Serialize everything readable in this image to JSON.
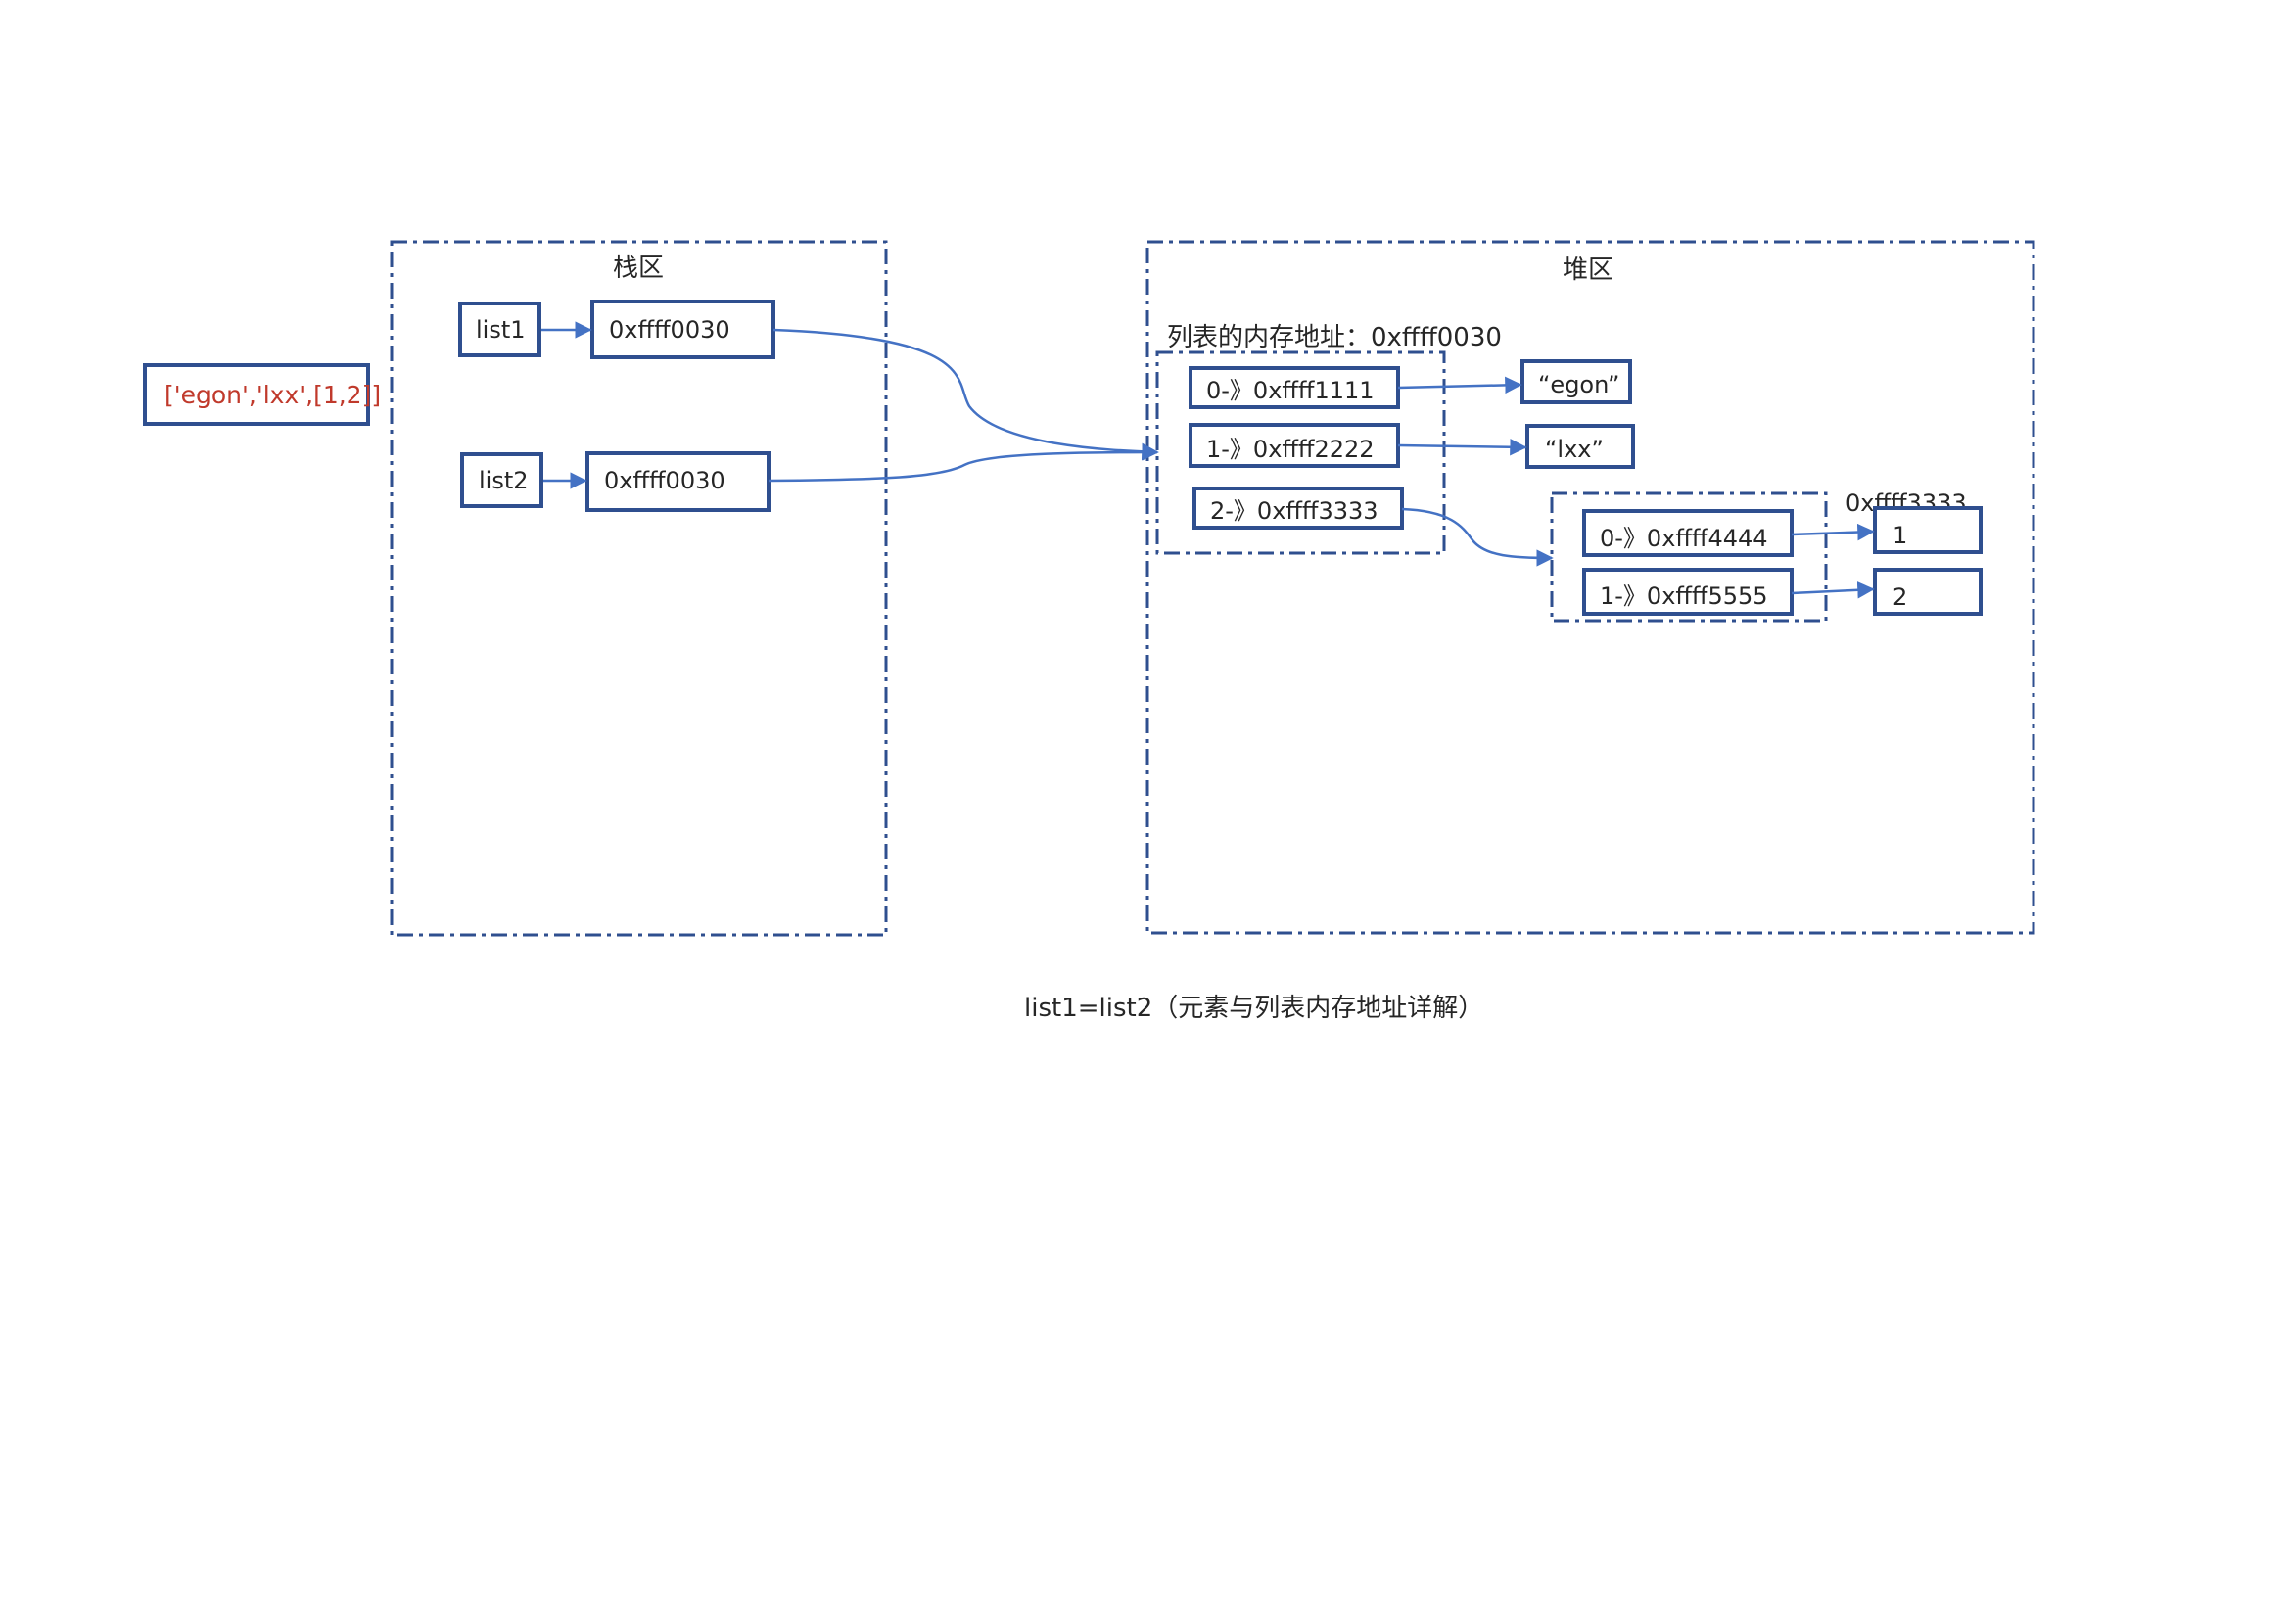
{
  "list_literal": "['egon','lxx',[1,2]]",
  "stack_zone": {
    "title": "栈区",
    "vars": [
      {
        "name": "list1",
        "address": "0xffff0030"
      },
      {
        "name": "list2",
        "address": "0xffff0030"
      }
    ]
  },
  "heap_zone": {
    "title": "堆区",
    "outer_list": {
      "caption": "列表的内存地址：0xffff0030",
      "slots": [
        "0-》0xffff1111",
        "1-》0xffff2222",
        "2-》0xffff3333"
      ]
    },
    "values": [
      "“egon”",
      "“lxx”"
    ],
    "inner_list": {
      "caption": "0xffff3333",
      "slots": [
        "0-》0xffff4444",
        "1-》0xffff5555"
      ],
      "values": [
        "1",
        "2"
      ]
    }
  },
  "caption": "list1=list2（元素与列表内存地址详解）",
  "colors": {
    "box_stroke": "#2f4f8f",
    "arrow": "#4472c4",
    "literal_text": "#c0392b"
  }
}
